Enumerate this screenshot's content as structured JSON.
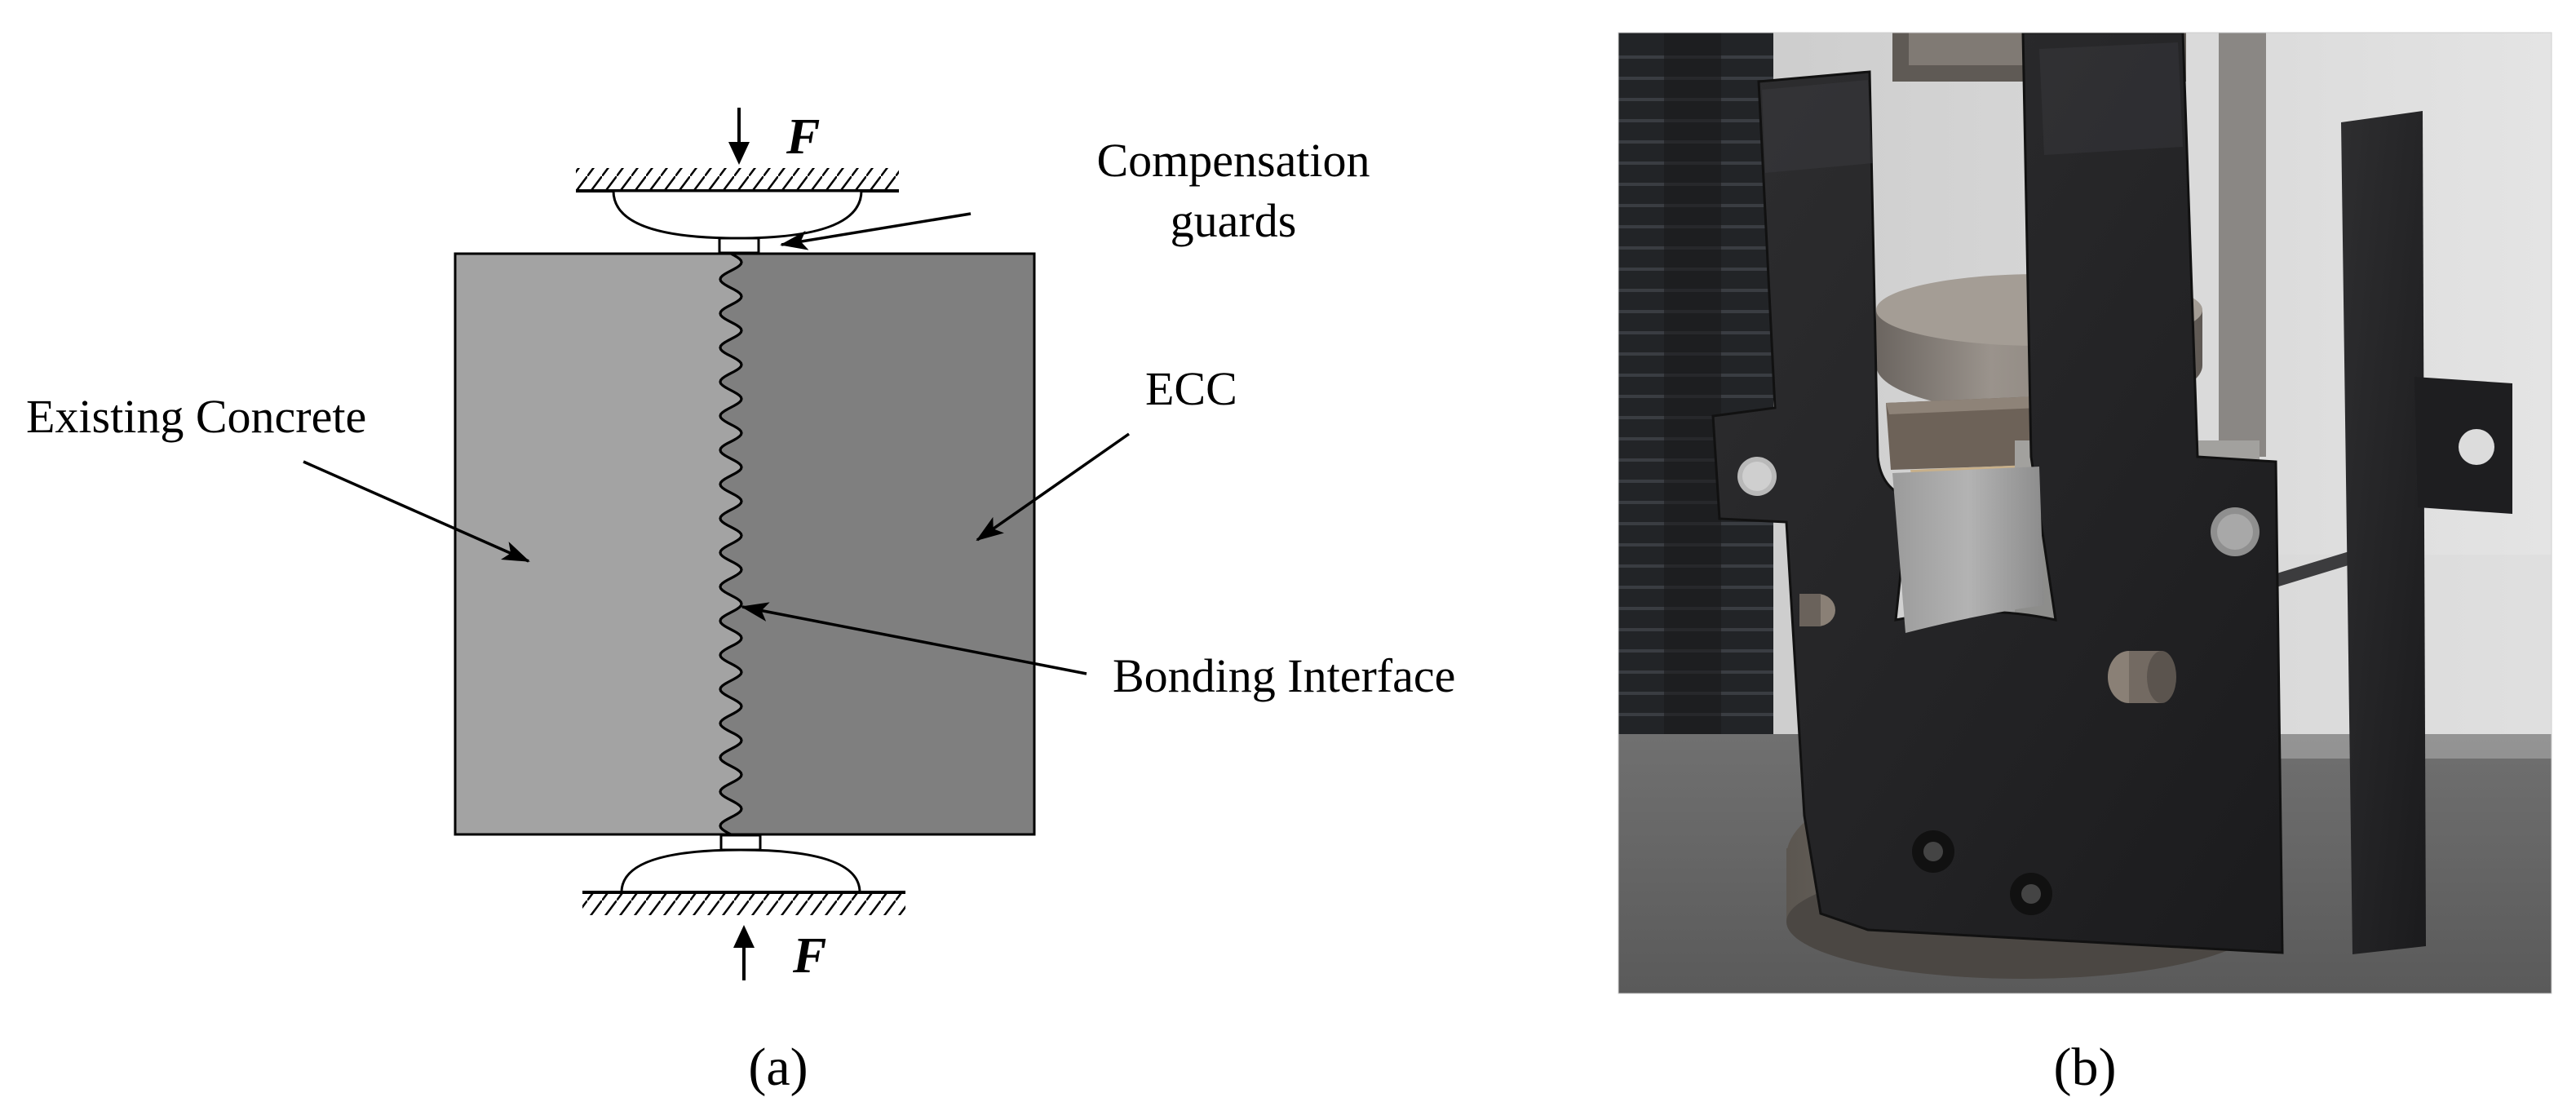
{
  "panel_a": {
    "force_top": "F",
    "force_bottom": "F",
    "label_compensation_line1": "Compensation",
    "label_compensation_line2": "guards",
    "label_existing_concrete": "Existing Concrete",
    "label_ecc": "ECC",
    "label_bonding_interface": "Bonding Interface",
    "caption": "(a)",
    "colors": {
      "existing_concrete": "#a3a3a3",
      "ecc": "#7f7f7f",
      "outline": "#000000"
    }
  },
  "panel_b": {
    "caption": "(b)"
  }
}
